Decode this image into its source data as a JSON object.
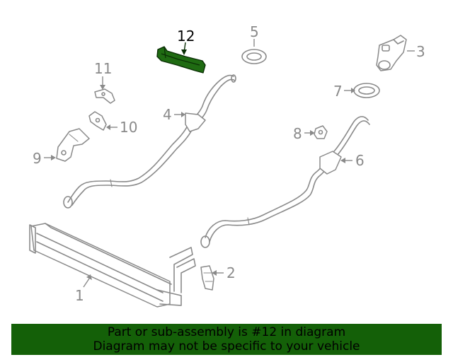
{
  "diagram": {
    "callouts": [
      "1",
      "2",
      "3",
      "4",
      "5",
      "6",
      "7",
      "8",
      "9",
      "10",
      "11",
      "12"
    ],
    "highlighted_callout": "12"
  },
  "banner": {
    "line1": "Part or sub-assembly is #12 in diagram",
    "line2": "Diagram may not be specific to your vehicle"
  },
  "colors": {
    "highlight": "#1f6b12",
    "banner_bg": "#146008",
    "line_art": "#8a8a8a"
  }
}
